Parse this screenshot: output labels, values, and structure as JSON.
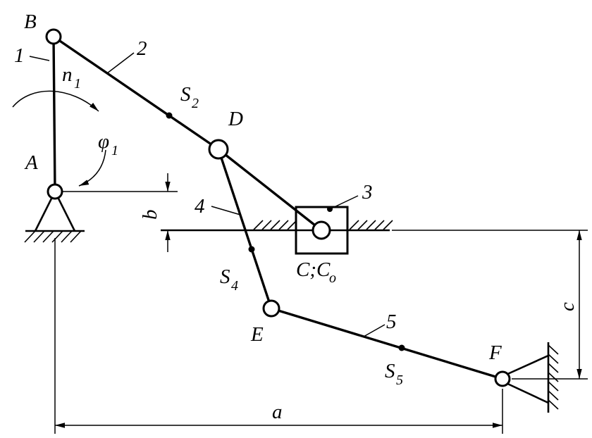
{
  "figure": {
    "type": "kinematic-linkage-diagram",
    "background": "#ffffff",
    "line_color": "#000000"
  },
  "joints": {
    "A": "A",
    "B": "B",
    "D": "D",
    "E": "E",
    "F": "F",
    "C": {
      "main": "C;C",
      "sub": "o"
    }
  },
  "links": {
    "l1": "1",
    "l2": "2",
    "l3": "3",
    "l4": "4",
    "l5": "5"
  },
  "mass_centers": {
    "S2": {
      "main": "S",
      "sub": "2"
    },
    "S4": {
      "main": "S",
      "sub": "4"
    },
    "S5": {
      "main": "S",
      "sub": "5"
    }
  },
  "motion": {
    "n1": {
      "main": "n",
      "sub": "1"
    },
    "phi1": {
      "main": "φ",
      "sub": "1"
    }
  },
  "dimensions": {
    "a": "a",
    "b": "b",
    "c": "c"
  }
}
